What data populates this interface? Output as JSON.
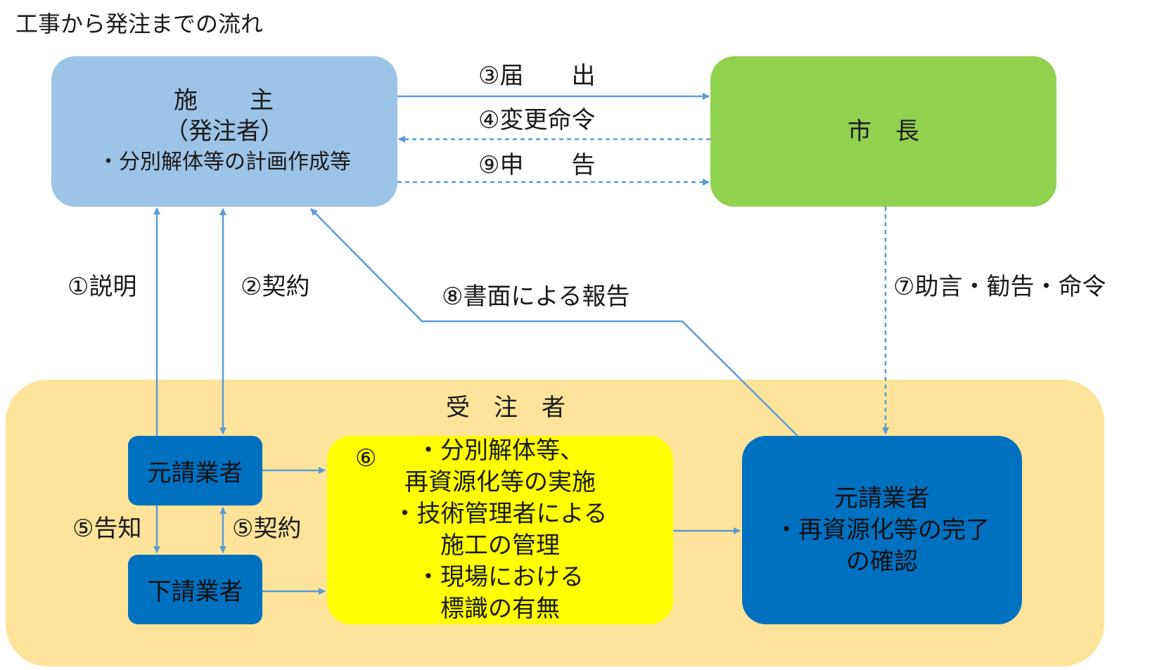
{
  "title": "工事から発注までの流れ",
  "owner": {
    "line1": "施　　主",
    "line2": "（発注者）",
    "line3": "・分別解体等の計画作成等"
  },
  "mayor": {
    "label": "市　長"
  },
  "contractor_area": {
    "label": "受　注　者"
  },
  "prime_contractor": {
    "label": "元請業者"
  },
  "subcontractor": {
    "label": "下請業者"
  },
  "work": {
    "number": "⑥",
    "lines": [
      "・分別解体等、",
      "再資源化等の実施",
      "・技術管理者による",
      "施工の管理",
      "・現場における",
      "標識の有無"
    ]
  },
  "confirmation": {
    "lines": [
      "元請業者",
      "・再資源化等の完了",
      "の確認"
    ]
  },
  "arrow_labels": {
    "notification": "③届　　出",
    "change_order": "④変更命令",
    "declaration": "⑨申　　告",
    "explanation": "①説明",
    "contract": "②契約",
    "written_report": "⑧書面による報告",
    "advice": "⑦助言・勧告・命令",
    "notice": "⑤告知",
    "sub_contract": "⑤契約"
  },
  "colors": {
    "owner": "#9dc3e6",
    "mayor": "#92d050",
    "contractor_area": "#fde49a",
    "contractor_box": "#0070c0",
    "work_box": "#ffff00",
    "arrow": "#5b9bd5"
  }
}
